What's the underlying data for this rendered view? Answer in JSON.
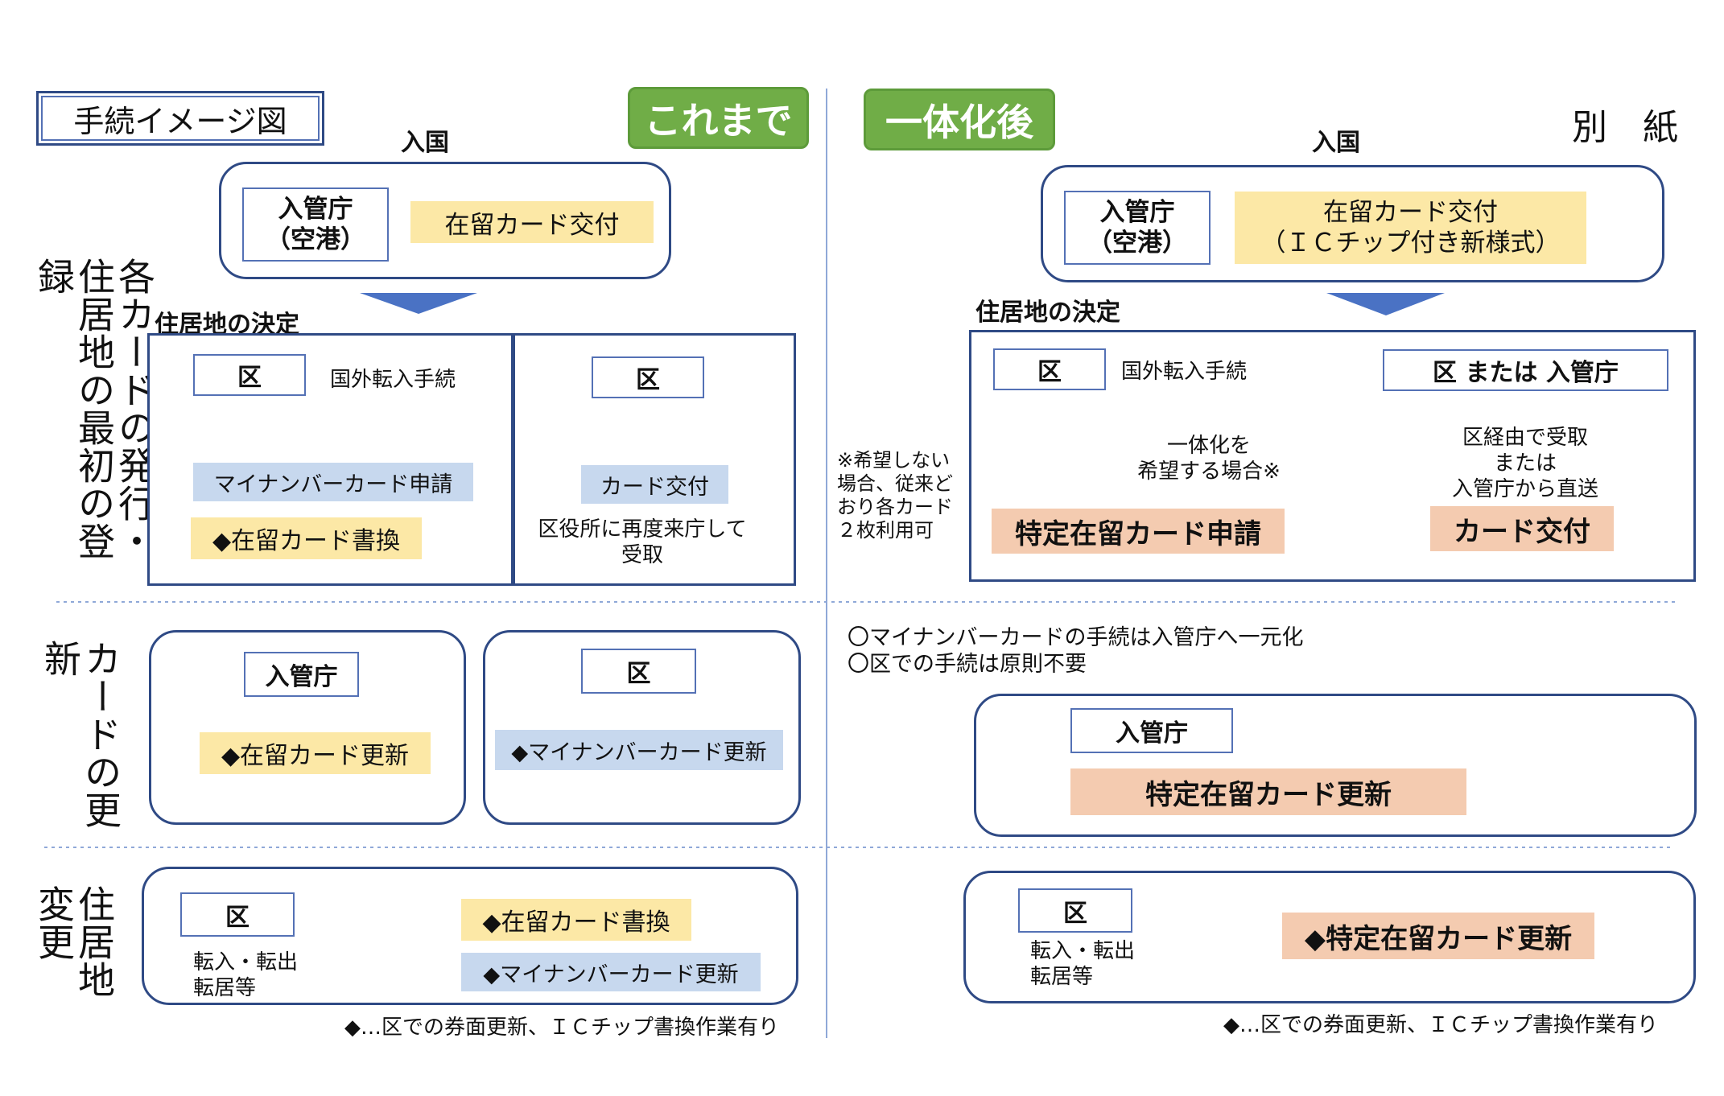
{
  "header": {
    "title": "手続イメージ図",
    "before_label": "これまで",
    "after_label": "一体化後",
    "attachment": "別　紙"
  },
  "row_labels": {
    "first": "各カードの発行・\n住居地の最初の登録",
    "renewal": "カードの更新",
    "address": "住居地\n変更"
  },
  "before": {
    "entry": "入国",
    "immigration": "入管庁\n（空港）",
    "issue_residence_card": "在留カード交付",
    "residence_decision": "住居地の決定",
    "ward": "区",
    "foreign_transfer": "国外転入手続",
    "mynumber_apply": "マイナンバーカード申請",
    "rewrite_residence": "◆在留カード書換",
    "ward2": "区",
    "card_issue": "カード交付",
    "revisit": "区役所に再度来庁して\n受取",
    "renew_immigration": "入管庁",
    "renew_residence": "◆在留カード更新",
    "renew_ward": "区",
    "renew_mynumber": "◆マイナンバーカード更新",
    "addr_ward": "区",
    "addr_move": "転入・転出\n転居等",
    "addr_rewrite": "◆在留カード書換",
    "addr_mynumber": "◆マイナンバーカード更新",
    "footnote": "◆…区での券面更新、ＩＣチップ書換作業有り"
  },
  "after": {
    "entry": "入国",
    "immigration": "入管庁\n（空港）",
    "issue_residence_card": "在留カード交付\n（ＩＣチップ付き新様式）",
    "residence_decision": "住居地の決定",
    "ward": "区",
    "foreign_transfer": "国外転入手続",
    "integration_wish": "一体化を\n希望する場合※",
    "special_apply": "特定在留カード申請",
    "side_note": "※希望しない\n場合、従来ど\nおり各カード\n２枚利用可",
    "ward_or_immigration": "区 または 入管庁",
    "receive_methods": "区経由で受取\nまたは\n入管庁から直送",
    "card_issue": "カード交付",
    "note1": "〇マイナンバーカードの手続は入管庁へ一元化",
    "note2": "〇区での手続は原則不要",
    "renew_immigration": "入管庁",
    "renew_special": "特定在留カード更新",
    "addr_ward": "区",
    "addr_move": "転入・転出\n転居等",
    "addr_special": "◆特定在留カード更新",
    "footnote": "◆…区での券面更新、ＩＣチップ書換作業有り"
  },
  "colors": {
    "border": "#2f4a85",
    "arrow": "#4a72c4",
    "yellow": "#fce8a6",
    "blue": "#c7d8ee",
    "orange": "#f4cbb0",
    "green": "#70ad47"
  }
}
